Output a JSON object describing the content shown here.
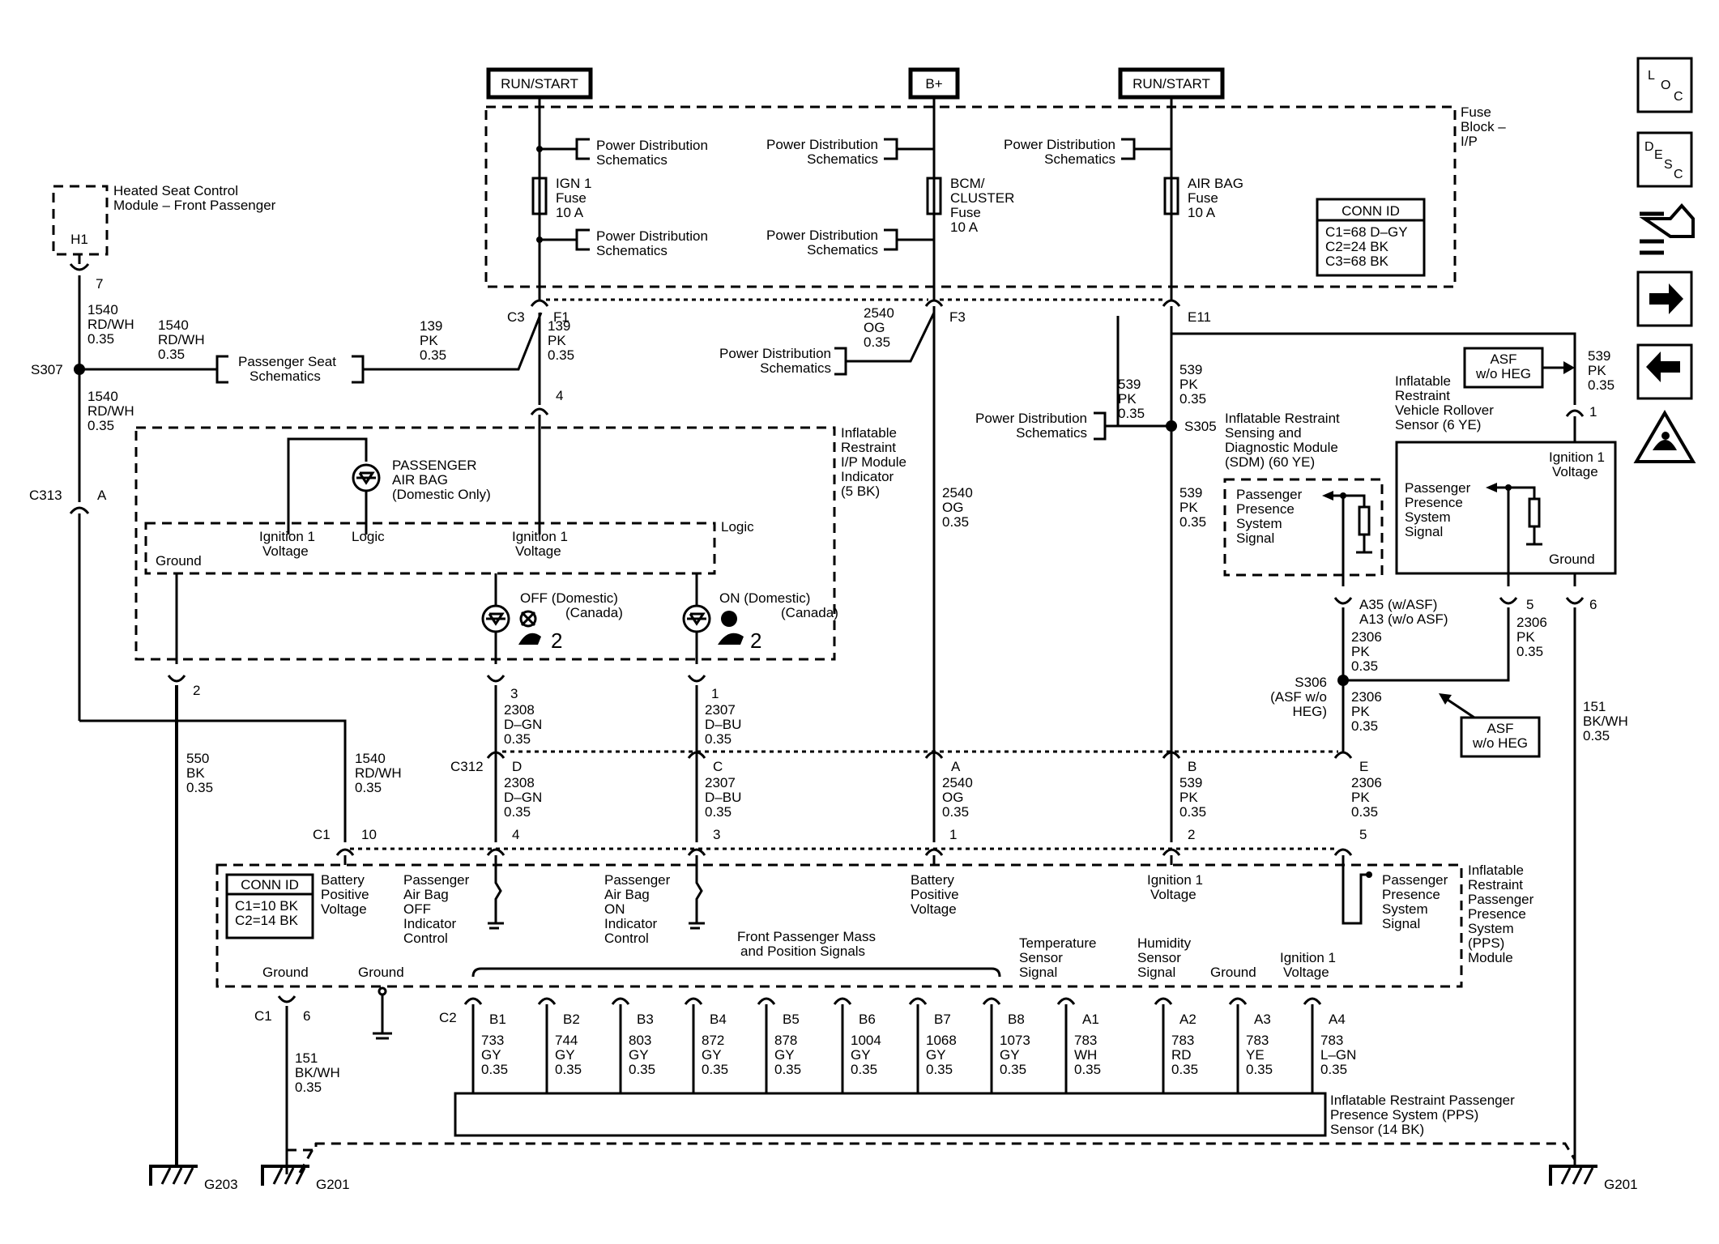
{
  "power": {
    "run_start_left": "RUN/START",
    "b_plus": "B+",
    "run_start_right": "RUN/START"
  },
  "fuse_block": {
    "label": [
      "Fuse",
      "Block –",
      "I/P"
    ],
    "pd1": [
      "Power Distribution",
      "Schematics"
    ],
    "pd2": [
      "Power Distribution",
      "Schematics"
    ],
    "pd3": [
      "Power Distribution",
      "Schematics"
    ],
    "pd4": [
      "Power Distribution",
      "Schematics"
    ],
    "pd5": [
      "Power Distribution",
      "Schematics"
    ],
    "ign1_fuse": [
      "IGN 1",
      "Fuse",
      "10 A"
    ],
    "bcm_fuse": [
      "BCM/",
      "CLUSTER",
      "Fuse",
      "10 A"
    ],
    "airbag_fuse": [
      "AIR BAG",
      "Fuse",
      "10 A"
    ],
    "conn_id_title": "CONN ID",
    "conn_id": [
      "C1=68 D–GY",
      "C2=24 BK",
      "C3=68 BK"
    ]
  },
  "heated_seat": {
    "label": [
      "Heated Seat Control",
      "Module – Front Passenger"
    ],
    "pin": "H1",
    "pin_num": "7"
  },
  "wires": {
    "w1540_a": [
      "1540",
      "RD/WH",
      "0.35"
    ],
    "w1540_b": [
      "1540",
      "RD/WH",
      "0.35"
    ],
    "w1540_c": [
      "1540",
      "RD/WH",
      "0.35"
    ],
    "w1540_d": [
      "1540",
      "RD/WH",
      "0.35"
    ],
    "w139_a": [
      "139",
      "PK",
      "0.35"
    ],
    "w139_b": [
      "139",
      "PK",
      "0.35"
    ],
    "w2540_a": [
      "2540",
      "OG",
      "0.35"
    ],
    "w2540_b": [
      "2540",
      "OG",
      "0.35"
    ],
    "w2540_c": [
      "2540",
      "OG",
      "0.35"
    ],
    "w539_a": [
      "539",
      "PK",
      "0.35"
    ],
    "w539_b": [
      "539",
      "PK",
      "0.35"
    ],
    "w539_c": [
      "539",
      "PK",
      "0.35"
    ],
    "w539_d": [
      "539",
      "PK",
      "0.35"
    ],
    "w539_e": [
      "539",
      "PK",
      "0.35"
    ],
    "w550": [
      "550",
      "BK",
      "0.35"
    ],
    "w2308_a": [
      "2308",
      "D–GN",
      "0.35"
    ],
    "w2308_b": [
      "2308",
      "D–GN",
      "0.35"
    ],
    "w2307_a": [
      "2307",
      "D–BU",
      "0.35"
    ],
    "w2307_b": [
      "2307",
      "D–BU",
      "0.35"
    ],
    "w2306_a": [
      "2306",
      "PK",
      "0.35"
    ],
    "w2306_b": [
      "2306",
      "PK",
      "0.35"
    ],
    "w2306_c": [
      "2306",
      "PK",
      "0.35"
    ],
    "w2306_d": [
      "2306",
      "PK",
      "0.35"
    ],
    "w151_a": [
      "151",
      "BK/WH",
      "0.35"
    ],
    "w151_b": [
      "151",
      "BK/WH",
      "0.35"
    ]
  },
  "labels": {
    "s307": "S307",
    "s305": "S305",
    "s306": [
      "S306",
      "(ASF w/o",
      "HEG)"
    ],
    "c3": "C3",
    "f1": "F1",
    "f3": "F3",
    "e11": "E11",
    "c313": "C313",
    "c313_pin": "A",
    "c312": "C312",
    "pin4": "4",
    "pin2": "2",
    "pin3": "3",
    "pin1": "1",
    "pinD": "D",
    "pinC": "C",
    "pinA": "A",
    "pinB": "B",
    "pinE": "E",
    "pass_seat": [
      "Passenger Seat",
      "Schematics"
    ],
    "pd_mid": [
      "Power Distribution",
      "Schematics"
    ],
    "pd_s305": [
      "Power Distribution",
      "Schematics"
    ],
    "asf_top": [
      "ASF",
      "w/o HEG"
    ],
    "asf_bot": [
      "ASF",
      "w/o HEG"
    ]
  },
  "indicator": {
    "label": [
      "Inflatable",
      "Restraint",
      "I/P Module",
      "Indicator",
      "(5 BK)"
    ],
    "airbag": [
      "PASSENGER",
      "AIR BAG",
      "(Domestic Only)"
    ],
    "ign_v1": [
      "Ignition 1",
      "Voltage"
    ],
    "logic1": "Logic",
    "ign_v2": [
      "Ignition 1",
      "Voltage"
    ],
    "logic2": "Logic",
    "ground": "Ground",
    "off": [
      "OFF (Domestic)",
      "(Canada)"
    ],
    "on": [
      "ON (Domestic)",
      "(Canada)"
    ],
    "two": "2"
  },
  "sdm": {
    "label": [
      "Inflatable Restraint",
      "Sensing and",
      "Diagnostic Module",
      "(SDM) (60 YE)"
    ],
    "pps_sig": [
      "Passenger",
      "Presence",
      "System",
      "Signal"
    ],
    "a35": "A35 (w/ASF)",
    "a13": "A13 (w/o ASF)"
  },
  "rollover": {
    "label": [
      "Inflatable",
      "Restraint",
      "Vehicle Rollover",
      "Sensor (6 YE)"
    ],
    "ign_v": [
      "Ignition 1",
      "Voltage"
    ],
    "pps_sig": [
      "Passenger",
      "Presence",
      "System",
      "Signal"
    ],
    "ground": "Ground",
    "pin1": "1",
    "pin5": "5",
    "pin6": "6"
  },
  "pps_module": {
    "label": [
      "Inflatable",
      "Restraint",
      "Passenger",
      "Presence",
      "System",
      "(PPS)",
      "Module"
    ],
    "conn_id_title": "CONN ID",
    "conn_id": [
      "C1=10 BK",
      "C2=14 BK"
    ],
    "batt_v": [
      "Battery",
      "Positive",
      "Voltage"
    ],
    "off_ctrl": [
      "Passenger",
      "Air Bag",
      "OFF",
      "Indicator",
      "Control"
    ],
    "on_ctrl": [
      "Passenger",
      "Air Bag",
      "ON",
      "Indicator",
      "Control"
    ],
    "batt_v2": [
      "Battery",
      "Positive",
      "Voltage"
    ],
    "ign_v": [
      "Ignition 1",
      "Voltage"
    ],
    "pps_sig": [
      "Passenger",
      "Presence",
      "System",
      "Signal"
    ],
    "fp_mass": [
      "Front Passenger Mass",
      "and Position Signals"
    ],
    "temp": [
      "Temperature",
      "Sensor",
      "Signal"
    ],
    "humid": [
      "Humidity",
      "Sensor",
      "Signal"
    ],
    "ground_a3": "Ground",
    "ign_a4": [
      "Ignition 1",
      "Voltage"
    ],
    "ground1": "Ground",
    "ground2": "Ground",
    "c1": "C1",
    "c1_10": "10",
    "p4": "4",
    "p3": "3",
    "p1": "1",
    "p2": "2",
    "p5": "5",
    "c1b": "C1",
    "p6": "6",
    "c2": "C2"
  },
  "sensor": {
    "label": [
      "Inflatable Restraint Passenger",
      "Presence System (PPS)",
      "Sensor (14 BK)"
    ],
    "pins": [
      {
        "pin": "B1",
        "wire": [
          "733",
          "GY",
          "0.35"
        ]
      },
      {
        "pin": "B2",
        "wire": [
          "744",
          "GY",
          "0.35"
        ]
      },
      {
        "pin": "B3",
        "wire": [
          "803",
          "GY",
          "0.35"
        ]
      },
      {
        "pin": "B4",
        "wire": [
          "872",
          "GY",
          "0.35"
        ]
      },
      {
        "pin": "B5",
        "wire": [
          "878",
          "GY",
          "0.35"
        ]
      },
      {
        "pin": "B6",
        "wire": [
          "1004",
          "GY",
          "0.35"
        ]
      },
      {
        "pin": "B7",
        "wire": [
          "1068",
          "GY",
          "0.35"
        ]
      },
      {
        "pin": "B8",
        "wire": [
          "1073",
          "GY",
          "0.35"
        ]
      },
      {
        "pin": "A1",
        "wire": [
          "783",
          "WH",
          "0.35"
        ]
      },
      {
        "pin": "A2",
        "wire": [
          "783",
          "RD",
          "0.35"
        ]
      },
      {
        "pin": "A3",
        "wire": [
          "783",
          "YE",
          "0.35"
        ]
      },
      {
        "pin": "A4",
        "wire": [
          "783",
          "L–GN",
          "0.35"
        ]
      }
    ]
  },
  "grounds": {
    "g203": "G203",
    "g201a": "G201",
    "g201b": "G201"
  },
  "side_icons": [
    "loc-icon",
    "desc-icon",
    "connector-icon",
    "next-arrow-icon",
    "prev-arrow-icon",
    "esd-warning-icon"
  ]
}
